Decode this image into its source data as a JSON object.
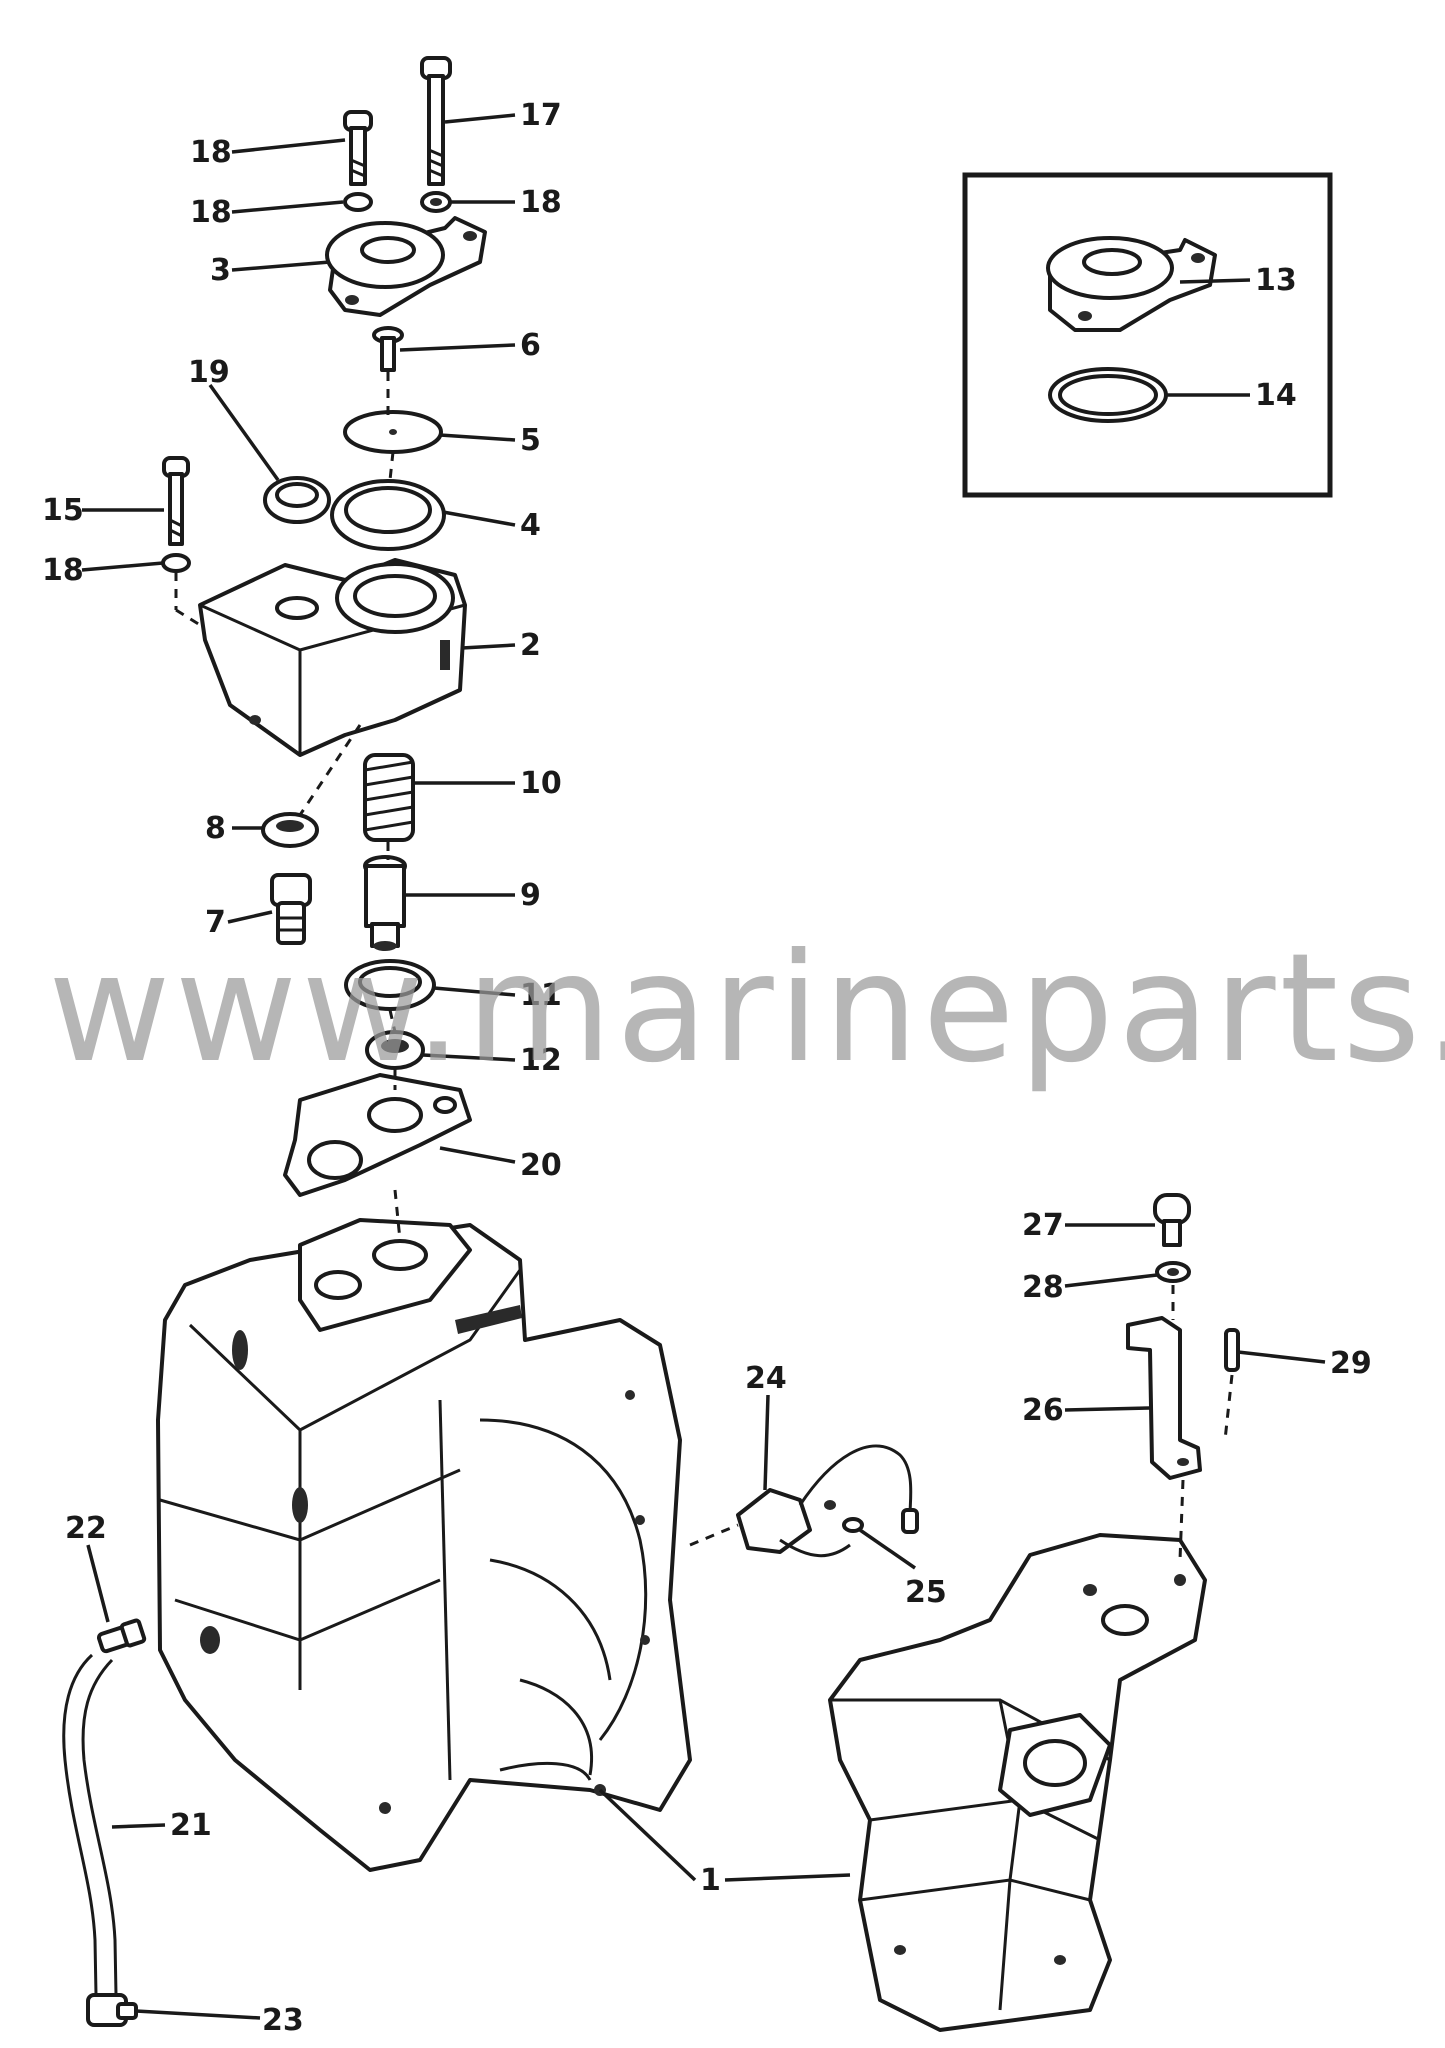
{
  "watermark": "www.marineparts.eu",
  "callouts": [
    {
      "id": "c18a",
      "text": "18"
    },
    {
      "id": "c17",
      "text": "17"
    },
    {
      "id": "c18b",
      "text": "18"
    },
    {
      "id": "c18c",
      "text": "18"
    },
    {
      "id": "c3",
      "text": "3"
    },
    {
      "id": "c6",
      "text": "6"
    },
    {
      "id": "c19",
      "text": "19"
    },
    {
      "id": "c5",
      "text": "5"
    },
    {
      "id": "c15",
      "text": "15"
    },
    {
      "id": "c4",
      "text": "4"
    },
    {
      "id": "c18d",
      "text": "18"
    },
    {
      "id": "c2",
      "text": "2"
    },
    {
      "id": "c10",
      "text": "10"
    },
    {
      "id": "c8",
      "text": "8"
    },
    {
      "id": "c9",
      "text": "9"
    },
    {
      "id": "c7",
      "text": "7"
    },
    {
      "id": "c11",
      "text": "11"
    },
    {
      "id": "c12",
      "text": "12"
    },
    {
      "id": "c20",
      "text": "20"
    },
    {
      "id": "c13",
      "text": "13"
    },
    {
      "id": "c14",
      "text": "14"
    },
    {
      "id": "c27",
      "text": "27"
    },
    {
      "id": "c28",
      "text": "28"
    },
    {
      "id": "c29",
      "text": "29"
    },
    {
      "id": "c26",
      "text": "26"
    },
    {
      "id": "c24",
      "text": "24"
    },
    {
      "id": "c25",
      "text": "25"
    },
    {
      "id": "c22",
      "text": "22"
    },
    {
      "id": "c21",
      "text": "21"
    },
    {
      "id": "c1",
      "text": "1"
    },
    {
      "id": "c23",
      "text": "23"
    }
  ]
}
